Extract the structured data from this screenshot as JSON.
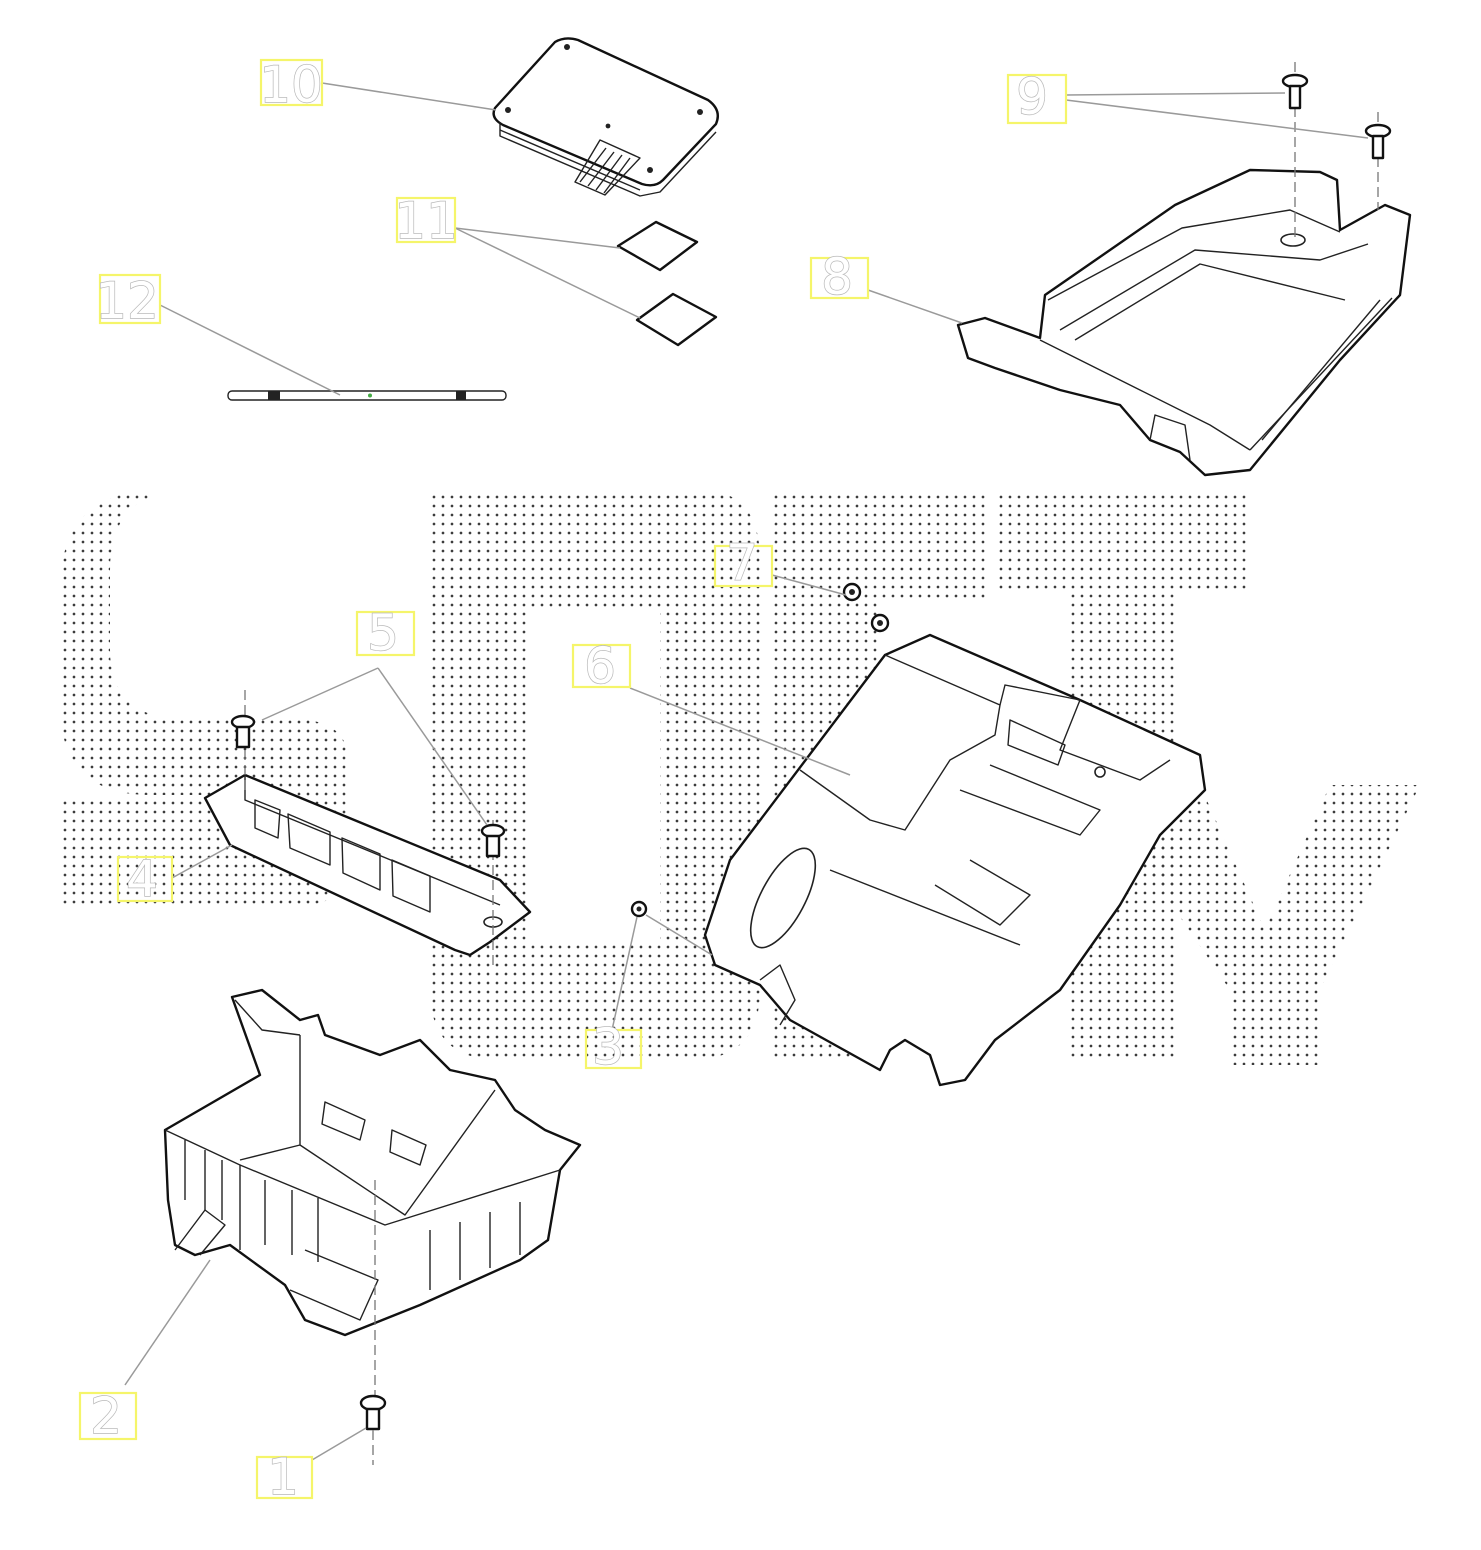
{
  "diagram": {
    "watermark_text": "",
    "callouts": [
      {
        "id": "1",
        "label": "1"
      },
      {
        "id": "2",
        "label": "2"
      },
      {
        "id": "3",
        "label": "3"
      },
      {
        "id": "4",
        "label": "4"
      },
      {
        "id": "5",
        "label": "5"
      },
      {
        "id": "6",
        "label": "6"
      },
      {
        "id": "7",
        "label": "7"
      },
      {
        "id": "8",
        "label": "8"
      },
      {
        "id": "9",
        "label": "9"
      },
      {
        "id": "10",
        "label": "10"
      },
      {
        "id": "11",
        "label": "11"
      },
      {
        "id": "12",
        "label": "12"
      }
    ],
    "colors": {
      "callout_box": "#f5f56a",
      "line": "#111111",
      "leader": "#9a9a9a",
      "watermark_dots": "#1a1a1a"
    }
  }
}
